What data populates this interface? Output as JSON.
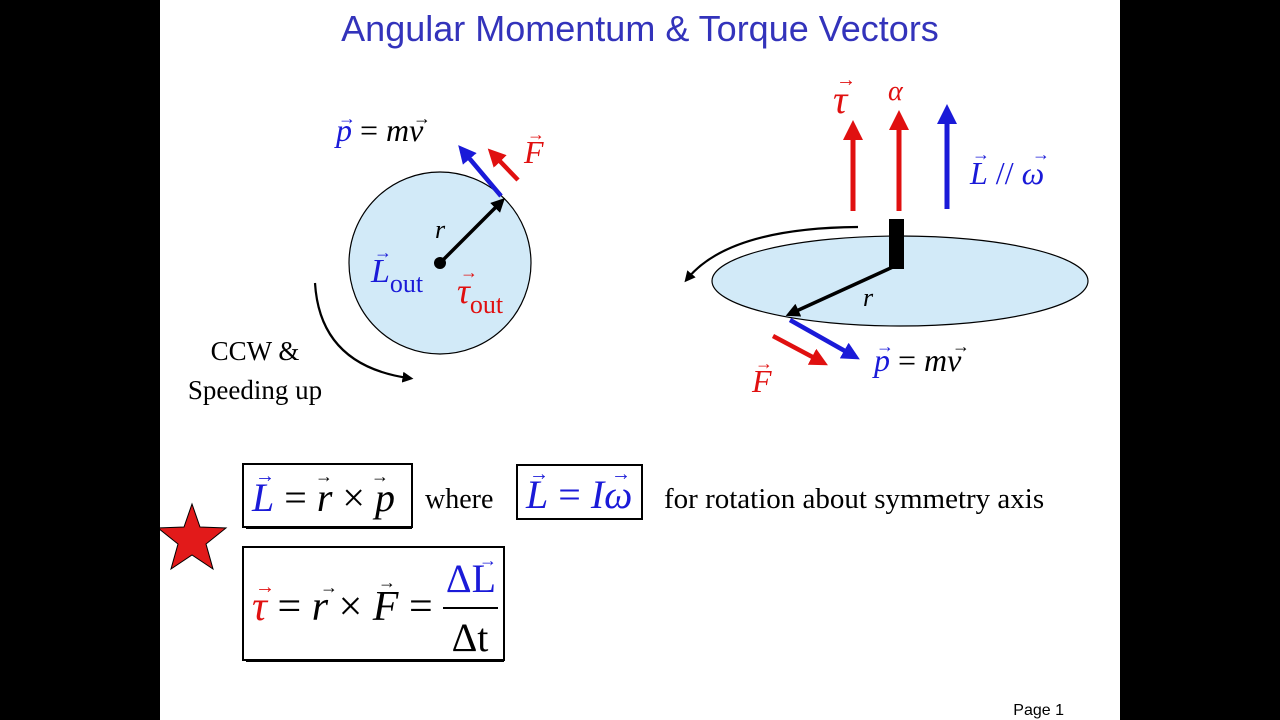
{
  "slide": {
    "title": "Angular Momentum & Torque Vectors",
    "page_label": "Page 1"
  },
  "colors": {
    "title": "#3333bb",
    "blue_vector": "#1a1ad8",
    "red_vector": "#e01010",
    "disk_fill": "#d2eaf8",
    "star": "#e21a1a"
  },
  "left_diagram": {
    "momentum_label": {
      "lhs": "p",
      "eq": " = ",
      "m": "m",
      "v": "v"
    },
    "force_label": "F",
    "radius_label": "r",
    "L_label": {
      "symbol": "L",
      "sub": "out"
    },
    "tau_label": {
      "symbol": "τ",
      "sub": "out"
    },
    "rotation_caption_1": "CCW &",
    "rotation_caption_2": "Speeding up"
  },
  "right_diagram": {
    "tau_label": "τ",
    "alpha_label": "α",
    "L_omega_label": {
      "L": "L",
      "parallel": " // ",
      "omega": "ω"
    },
    "radius_label": "r",
    "force_label": "F",
    "momentum_label": {
      "lhs": "p",
      "eq": " = ",
      "m": "m",
      "v": "v"
    }
  },
  "equations": {
    "L_def": {
      "L": "L",
      "eq": " = ",
      "r": "r",
      "cross": " × ",
      "p": "p"
    },
    "where": "where",
    "L_I_omega": {
      "L": "L",
      "eq": " = ",
      "I": "I",
      "omega": "ω"
    },
    "note": "for rotation about symmetry axis",
    "torque": {
      "tau": "τ",
      "eq1": " = ",
      "r": "r",
      "cross": " × ",
      "F": "F",
      "eq2": " = ",
      "dL": "ΔL",
      "dt": "Δt"
    }
  },
  "icons": {
    "star": "star-icon"
  }
}
